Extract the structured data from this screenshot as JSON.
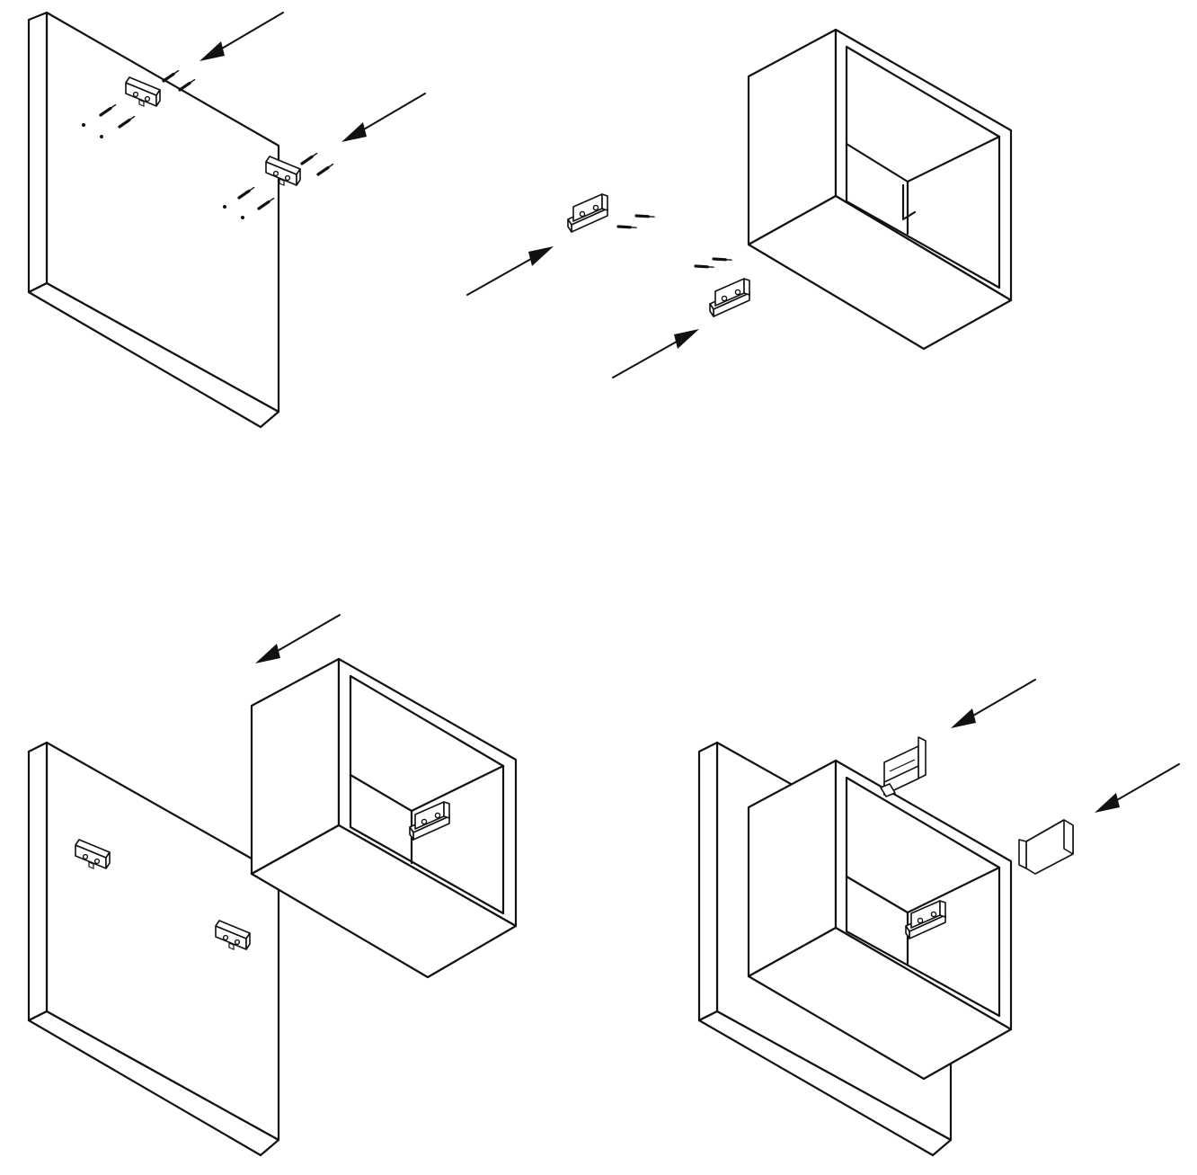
{
  "colors": {
    "background": "#ffffff",
    "line": "#111111"
  },
  "panels": [
    {
      "id": "step-1",
      "name": "door-panel-with-hinge-plates",
      "icon": "door-panel-icon"
    },
    {
      "id": "step-2",
      "name": "cabinet-box-with-hinge-arms",
      "icon": "cabinet-box-icon"
    },
    {
      "id": "step-3",
      "name": "door-and-cabinet-separated",
      "icon": "assembly-icon"
    },
    {
      "id": "step-4",
      "name": "door-mounted-on-cabinet-with-cover-caps",
      "icon": "assembled-cabinet-icon"
    }
  ]
}
